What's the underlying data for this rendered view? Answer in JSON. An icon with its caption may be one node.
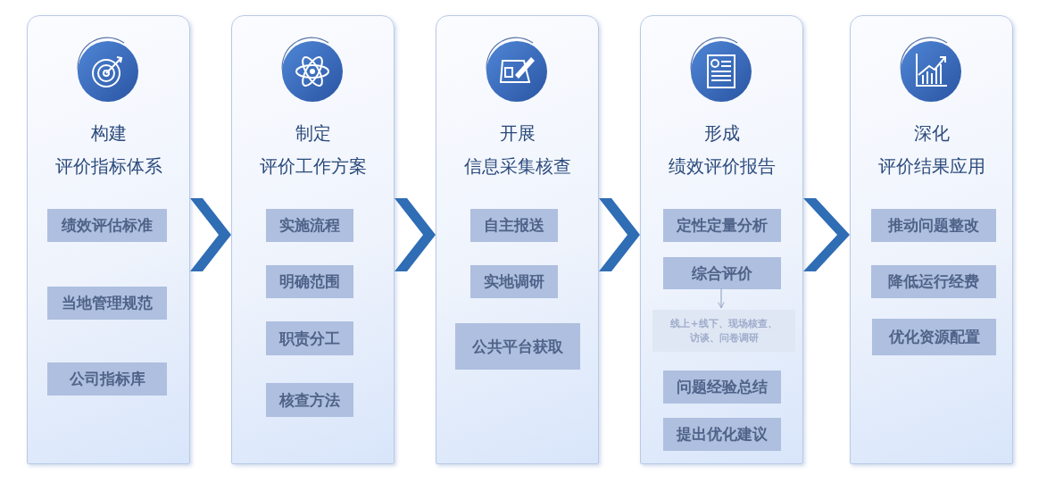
{
  "diagram": {
    "nodes": [
      {
        "text": [
          "构建",
          "评价指标体系"
        ]
      },
      {
        "text": [
          "绩效评估标准"
        ],
        "in": 0
      },
      {
        "text": [
          "当地管理规范"
        ],
        "in": 0
      },
      {
        "text": [
          "公司指标库"
        ],
        "in": 0
      },
      {
        "text": [
          "制定",
          "评价工作方案"
        ]
      },
      {
        "text": [
          "实施流程"
        ],
        "in": 4
      },
      {
        "text": [
          "明确范围"
        ],
        "in": 4
      },
      {
        "text": [
          "职责分工"
        ],
        "in": 4
      },
      {
        "text": [
          "核查方法"
        ],
        "in": 4
      },
      {
        "text": [
          "开展",
          "信息采集核查"
        ]
      },
      {
        "text": [
          "自主报送"
        ],
        "in": 9
      },
      {
        "text": [
          "实地调研"
        ],
        "in": 9
      },
      {
        "text": [
          "公共平台获取"
        ],
        "in": 9
      },
      {
        "text": [
          "形成",
          "绩效评价报告"
        ]
      },
      {
        "text": [
          "定性定量分析"
        ],
        "in": 13
      },
      {
        "text": [
          "综合评价"
        ],
        "in": 13
      },
      {
        "text": [
          "线上+线下、现场核查、访谈、问卷调研"
        ],
        "in": 13
      },
      {
        "text": [
          "问题经验总结"
        ],
        "in": 13
      },
      {
        "text": [
          "提出优化建议"
        ],
        "in": 13
      },
      {
        "text": [
          "深化",
          "评价结果应用"
        ]
      },
      {
        "text": [
          "推动问题整改"
        ],
        "in": 19
      },
      {
        "text": [
          "降低运行经费"
        ],
        "in": 19
      },
      {
        "text": [
          "优化资源配置"
        ],
        "in": 19
      }
    ],
    "edges": [
      {
        "from": 0,
        "to": 4,
        "arrow": "to"
      },
      {
        "from": 4,
        "to": 9,
        "arrow": "to"
      },
      {
        "from": 9,
        "to": 13,
        "arrow": "to"
      },
      {
        "from": 13,
        "to": 19,
        "arrow": "to"
      },
      {
        "from": 15,
        "to": 16,
        "arrow": "to"
      }
    ]
  }
}
